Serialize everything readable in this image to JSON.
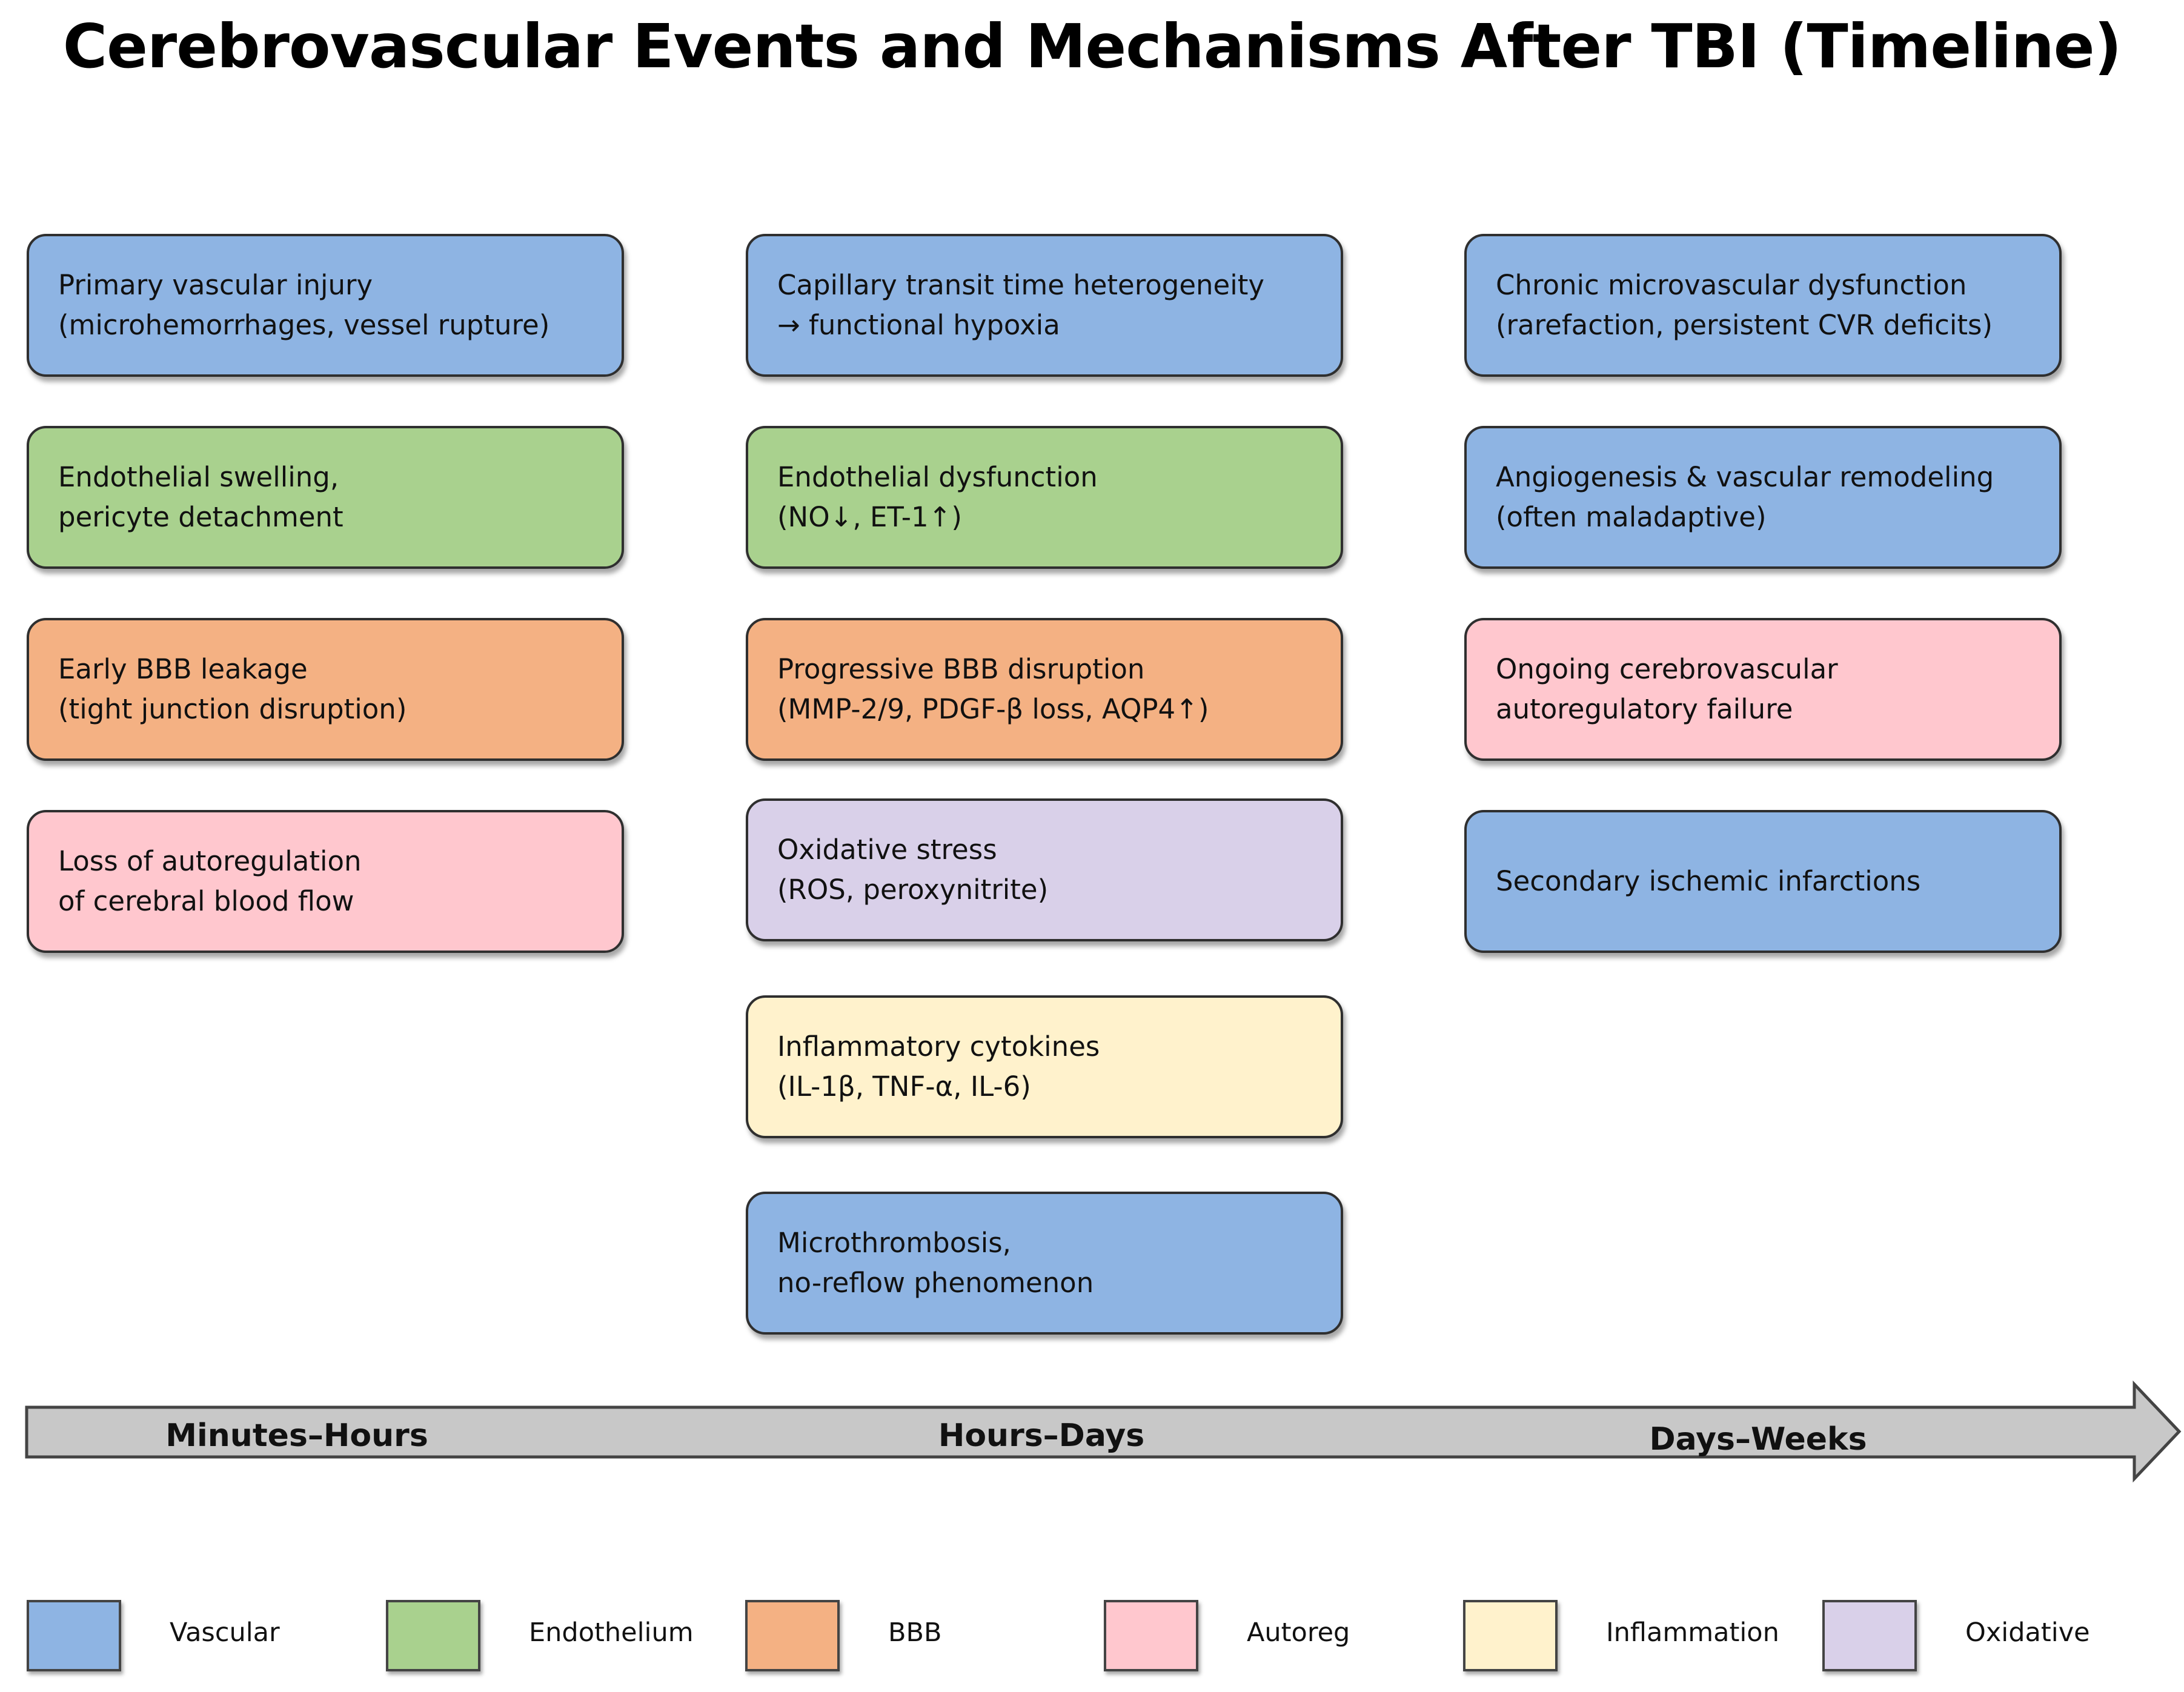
{
  "title": "Cerebrovascular Events and Mechanisms After TBI (Timeline)",
  "colors": {
    "vascular": "#8eb4e3",
    "endothelium": "#a9d18e",
    "bbb": "#f4b183",
    "autoreg": "#ffc7ce",
    "inflammation": "#fff2cc",
    "oxidative": "#d9d0e9",
    "timeline": "#c8c8c8"
  },
  "columns": [
    {
      "boxes": [
        {
          "category": "vascular",
          "lines": [
            "Primary vascular injury",
            "(microhemorrhages, vessel rupture)"
          ]
        },
        {
          "category": "endothelium",
          "lines": [
            "Endothelial swelling,",
            "pericyte detachment"
          ]
        },
        {
          "category": "bbb",
          "lines": [
            "Early BBB leakage",
            "(tight junction disruption)"
          ]
        },
        {
          "category": "autoreg",
          "lines": [
            "Loss of autoregulation",
            "of cerebral blood flow"
          ]
        }
      ]
    },
    {
      "boxes": [
        {
          "category": "vascular",
          "lines": [
            "Capillary transit time heterogeneity",
            "→ functional hypoxia"
          ]
        },
        {
          "category": "endothelium",
          "lines": [
            "Endothelial dysfunction",
            "(NO↓, ET-1↑)"
          ]
        },
        {
          "category": "bbb",
          "lines": [
            "Progressive BBB disruption",
            "(MMP-2/9, PDGF-β loss, AQP4↑)"
          ]
        },
        {
          "category": "oxidative",
          "lines": [
            "Oxidative stress",
            "(ROS, peroxynitrite)"
          ]
        },
        {
          "category": "inflammation",
          "lines": [
            "Inflammatory cytokines",
            "(IL-1β, TNF-α, IL-6)"
          ]
        },
        {
          "category": "vascular",
          "lines": [
            "Microthrombosis,",
            "no-reflow phenomenon"
          ]
        }
      ]
    },
    {
      "boxes": [
        {
          "category": "vascular",
          "lines": [
            "Chronic microvascular dysfunction",
            "(rarefaction, persistent CVR deficits)"
          ]
        },
        {
          "category": "vascular",
          "lines": [
            "Angiogenesis & vascular remodeling",
            "(often maladaptive)"
          ]
        },
        {
          "category": "autoreg",
          "lines": [
            "Ongoing cerebrovascular",
            "autoregulatory failure"
          ]
        },
        {
          "category": "vascular",
          "lines": [
            "Secondary ischemic infarctions"
          ]
        }
      ]
    }
  ],
  "timeline": {
    "phases": [
      "Minutes–Hours",
      "Hours–Days",
      "Days–Weeks"
    ]
  },
  "legend": [
    {
      "category": "vascular",
      "label": "Vascular"
    },
    {
      "category": "endothelium",
      "label": "Endothelium"
    },
    {
      "category": "bbb",
      "label": "BBB"
    },
    {
      "category": "autoreg",
      "label": "Autoreg"
    },
    {
      "category": "inflammation",
      "label": "Inflammation"
    },
    {
      "category": "oxidative",
      "label": "Oxidative"
    }
  ]
}
